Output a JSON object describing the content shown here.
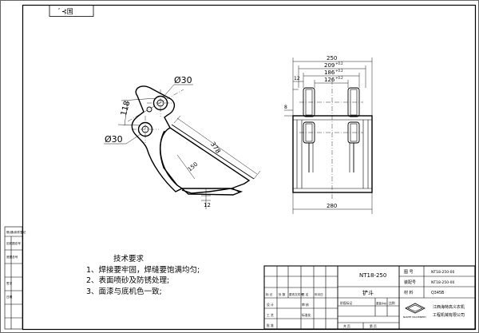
{
  "drawing": {
    "top_tag": "ﾞ⊰国",
    "dimensions": {
      "hole_dia_top": "Ø30",
      "hole_dia_bottom": "Ø30",
      "hole_spacing": "118",
      "bucket_length": "378",
      "inner_depth": "150",
      "bottom_small": "12",
      "overall_width": "250",
      "width_209": "209",
      "width_186": "186",
      "width_126": "126",
      "tol_209": "+0.2",
      "tol_186": "+0.2",
      "tol_126": "+0.2",
      "left_12": "12",
      "left_8": "8",
      "bottom_width": "280"
    },
    "tech_notes": {
      "title": "技术要求",
      "items": [
        "1、焊接要牢固，焊缝要饱满均匀;",
        "2、表面喷砂及防锈处理;",
        "3、面漆与底机色一致;"
      ]
    },
    "title_block": {
      "part_code": "NT18-250",
      "part_name": "铲斗",
      "drawing_no_label": "图 号",
      "drawing_no": "NT18-250-00",
      "assembly_no_label": "装配号",
      "assembly_no": "NT18-250-00",
      "material_label": "材 料",
      "material": "Q345B",
      "company_line1": "江西海特高义农机",
      "company_line2": "工程机械有限公司",
      "logo_text": "NANTE MACHINERY",
      "rev_headers": [
        "标 记",
        "处 数",
        "更改文件号",
        "签 名",
        "年月日"
      ],
      "role_rows": [
        "设 计",
        "审 核",
        "工 艺",
        "标准化",
        "批 准"
      ],
      "mid_headers": [
        "阶段标记",
        "重量(kg)",
        "比例"
      ],
      "sheet_labels": [
        "共 页",
        "第 页"
      ],
      "left_block": [
        "借(通)用件登记",
        "旧底图总号",
        "底图总号",
        "签字",
        "日期"
      ]
    }
  }
}
